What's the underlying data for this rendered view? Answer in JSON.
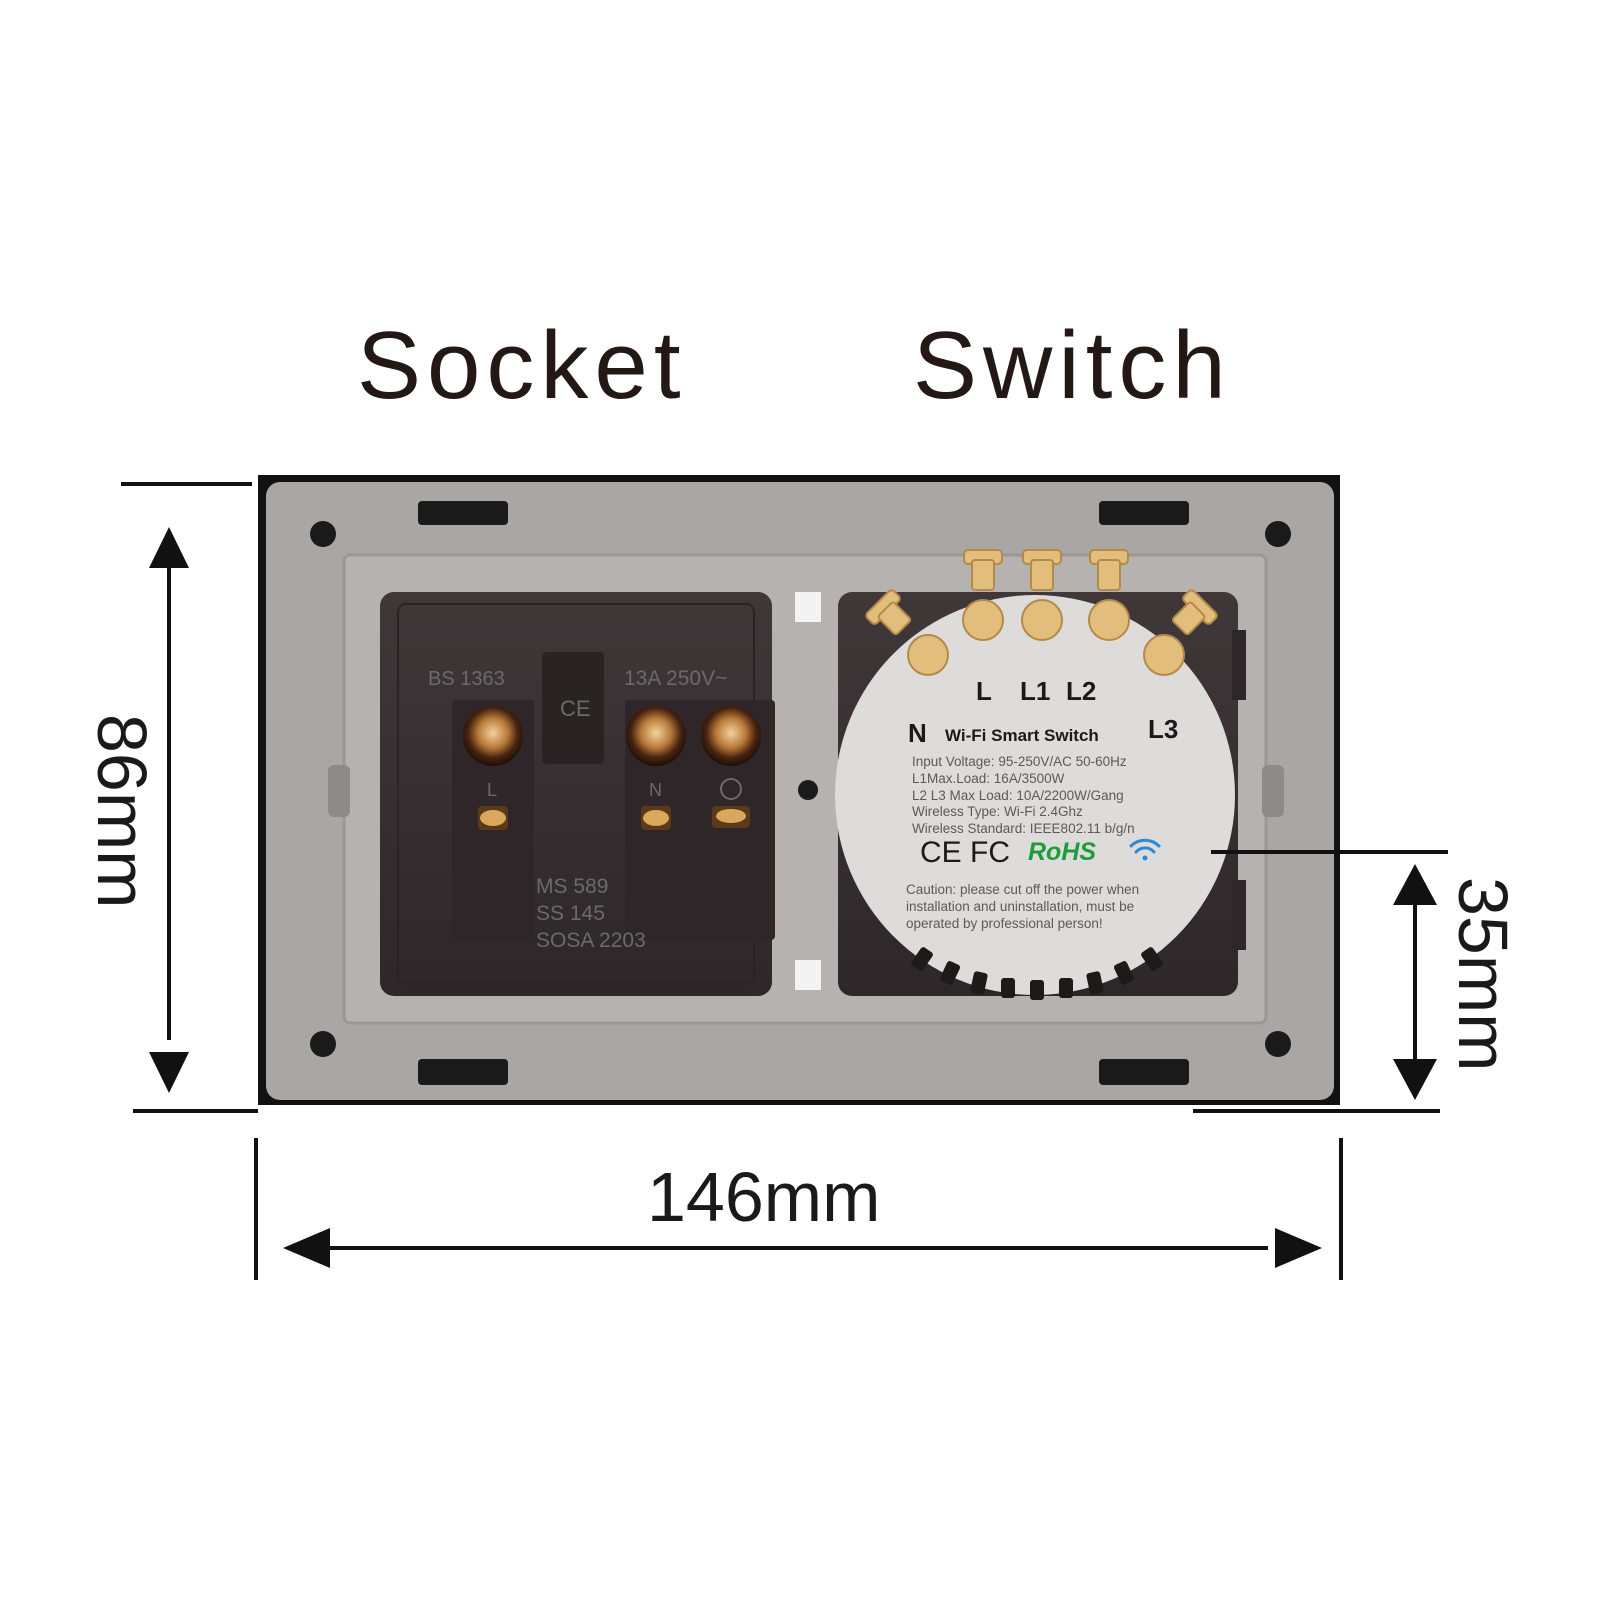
{
  "headings": {
    "left": "Socket",
    "right": "Switch"
  },
  "dimensions": {
    "height": "86mm",
    "width": "146mm",
    "depth": "35mm"
  },
  "socket": {
    "standard": "BS 1363",
    "rating": "13A 250V~",
    "ce": "CE",
    "terminal_l": "L",
    "terminal_n": "N",
    "certs": [
      "MS 589",
      "SS 145",
      "SOSA 2203"
    ]
  },
  "module": {
    "terminals": {
      "L": "L",
      "L1": "L1",
      "L2": "L2",
      "L3": "L3",
      "N": "N"
    },
    "name": "Wi-Fi Smart Switch",
    "specs": [
      "Input Voltage: 95-250V/AC 50-60Hz",
      "L1Max.Load: 16A/3500W",
      "L2 L3 Max Load: 10A/2200W/Gang",
      "Wireless Type: Wi-Fi 2.4Ghz",
      "Wireless Standard: IEEE802.11 b/g/n"
    ],
    "marks": {
      "ce": "CE",
      "fc": "FC",
      "rohs": "RoHS"
    },
    "caution": [
      "Caution: please cut off the power when",
      "installation and uninstallation, must be",
      "operated by professional person!"
    ]
  },
  "colors": {
    "plate": "#a9a6a3",
    "plate_inner": "#b4b1ae",
    "body": "#3b3335",
    "module": "#dedcdb",
    "brass": "#e2bd7c",
    "rohs": "#1e9b3c",
    "wifi": "#2a8ad8"
  },
  "icons": [
    "wifi-icon",
    "arrow-icon"
  ]
}
